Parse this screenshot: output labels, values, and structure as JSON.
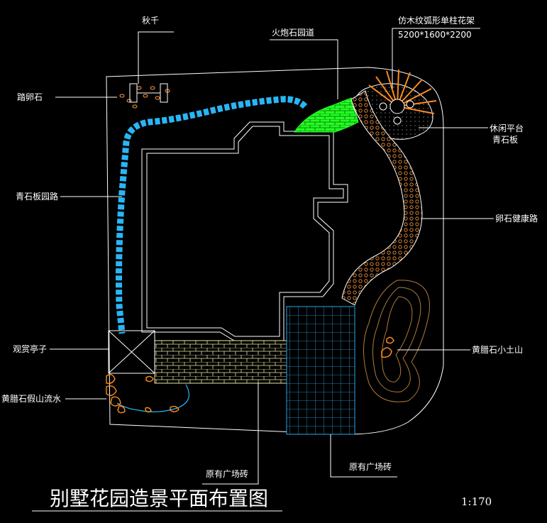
{
  "title": "别墅花园造景平面布置图",
  "scale": "1:170",
  "labels": {
    "swing": "秋千",
    "cobble_stone": "踏卵石",
    "bluestone_path": "青石板园路",
    "pavilion": "观赏亭子",
    "rockery_stream": "黄腊石假山流水",
    "firestone_path": "火炮石园道",
    "pergola": "仿木纹弧形单柱花架",
    "pergola_size": "5200*1600*2200",
    "platform_line1": "休闲平台",
    "platform_line2": "青石板",
    "pebble_path": "卵石健康路",
    "hill": "黄腊石小土山",
    "plaza_brick_left": "原有广场砖",
    "plaza_brick_right": "原有广场砖"
  },
  "colors": {
    "background": "#000000",
    "line": "#ffffff",
    "bluestone": "#29b6f6",
    "firestone": "#22ff22",
    "pebble": "#ff9a3c",
    "pergola": "#ff8a1c",
    "rock": "#ff8a1c",
    "paving_yellow": "#e8e6a0",
    "plaza_blue": "#2aa6e6",
    "hill_contour": "#b07a3a"
  }
}
